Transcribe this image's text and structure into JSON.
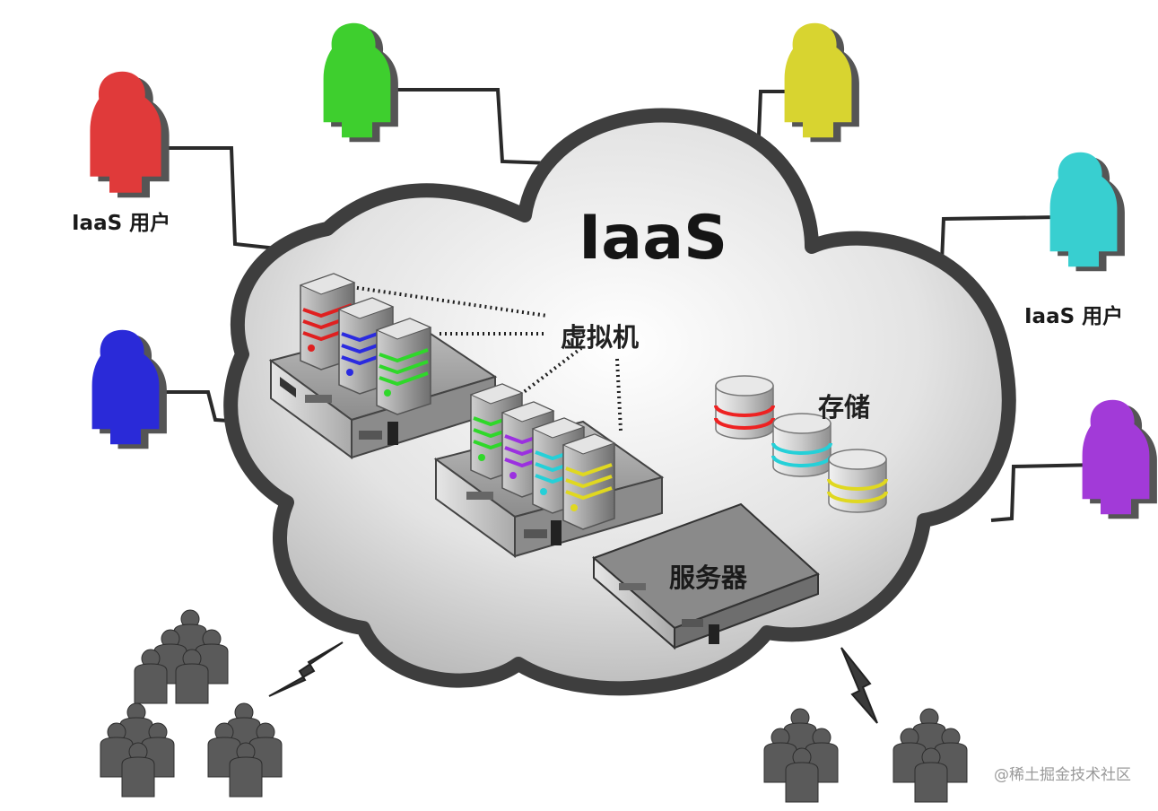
{
  "title": "IaaS",
  "labels": {
    "user_left": "IaaS 用户",
    "user_right": "IaaS 用户",
    "vm": "虚拟机",
    "storage": "存储",
    "server": "服务器"
  },
  "watermark": "@稀土掘金技术社区",
  "colors": {
    "user_red": "#e03a3a",
    "user_green": "#3ecf2e",
    "user_yellow": "#d8d430",
    "user_blue": "#2a2ad8",
    "user_cyan": "#38cfd0",
    "user_purple": "#a23ad8",
    "crowd": "#5a5a5a",
    "cloud_outline": "#3e3e3e"
  }
}
